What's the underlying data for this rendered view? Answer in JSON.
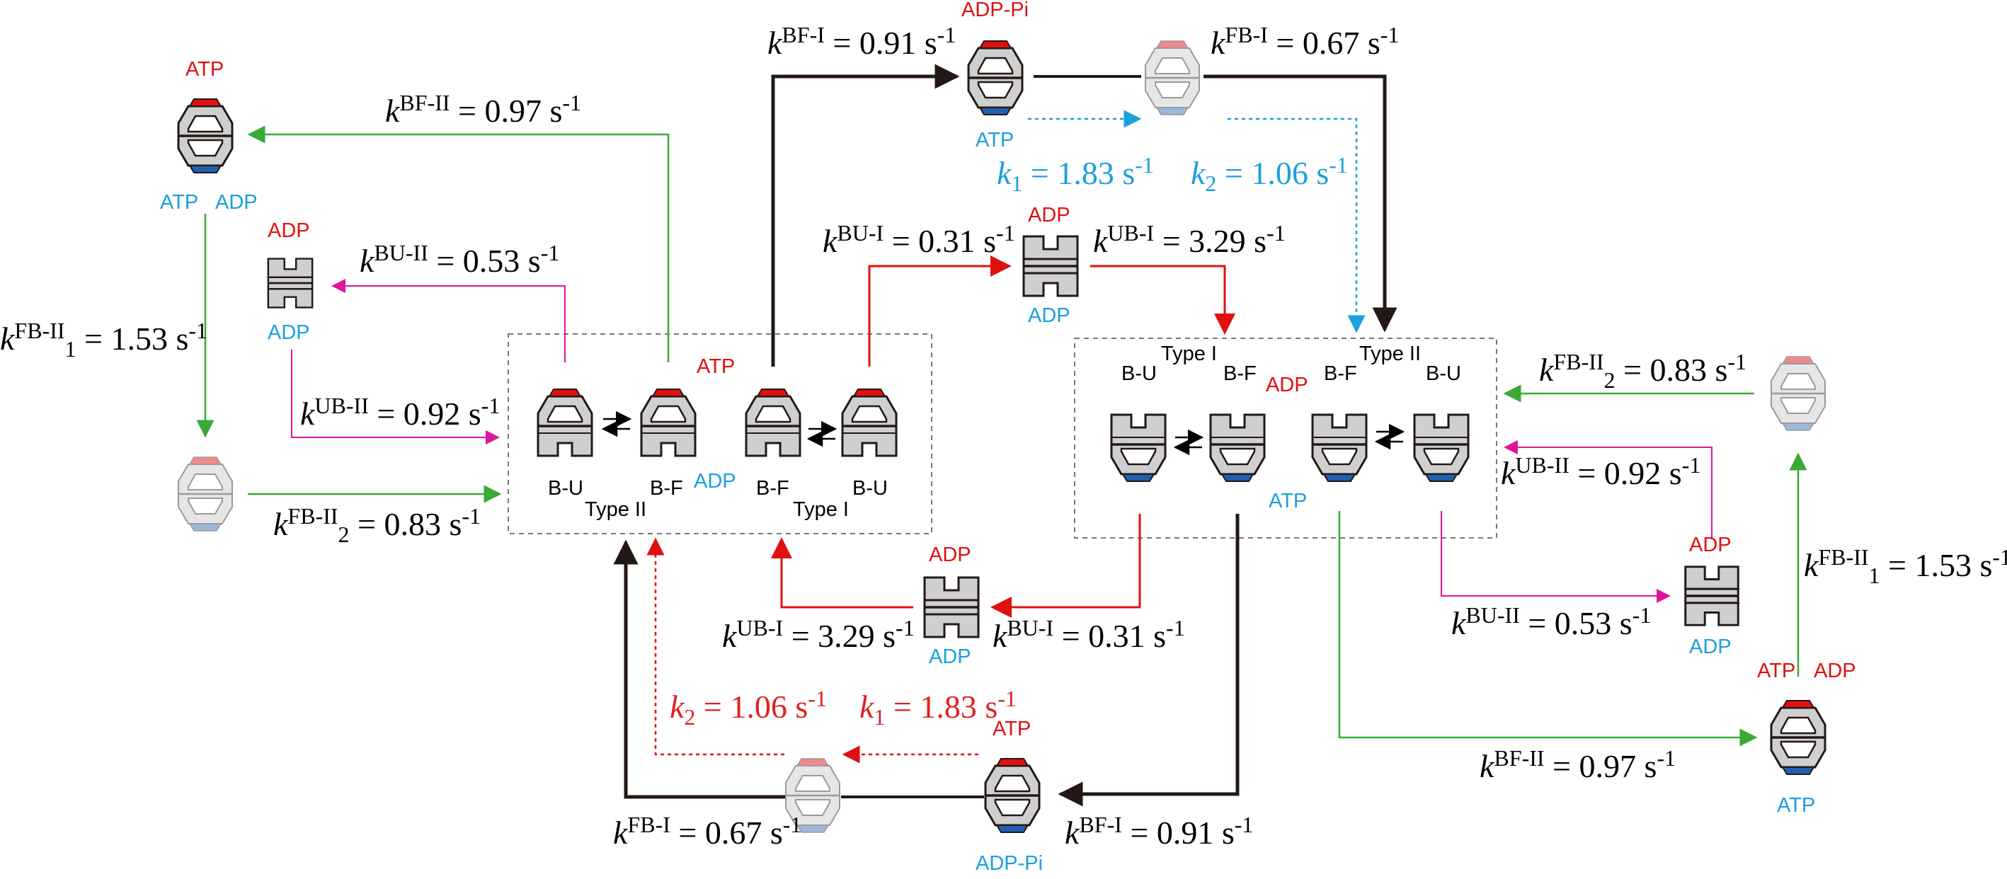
{
  "colors": {
    "atp_red": "#e01010",
    "adp_blue": "#1aa0dc",
    "green": "#3aa935",
    "magenta": "#e0149a",
    "red": "#e01010",
    "dark": "#231815",
    "cyan_dotted": "#1aa0dc",
    "box_gray": "#cfcfcf",
    "faded_gray": "#e6e6e6"
  },
  "labels": {
    "atp": "ATP",
    "adp": "ADP",
    "adp_pi": "ADP-Pi",
    "b_u": "B-U",
    "b_f": "B-F",
    "type_i": "Type I",
    "type_ii": "Type II"
  },
  "rates": {
    "bf_i_top": {
      "sym": "k",
      "sup": "BF-I",
      "sub": "",
      "val": " = 0.91 s",
      "exp": "-1"
    },
    "fb_i_top": {
      "sym": "k",
      "sup": "FB-I",
      "sub": "",
      "val": " = 0.67 s",
      "exp": "-1"
    },
    "k1_top": {
      "sym": "k",
      "sup": "",
      "sub": "1",
      "val": " = 1.83 s",
      "exp": "-1"
    },
    "k2_top": {
      "sym": "k",
      "sup": "",
      "sub": "2",
      "val": " = 1.06 s",
      "exp": "-1"
    },
    "bf_ii_left": {
      "sym": "k",
      "sup": "BF-II",
      "sub": "",
      "val": " = 0.97 s",
      "exp": "-1"
    },
    "bu_ii_left": {
      "sym": "k",
      "sup": "BU-II",
      "sub": "",
      "val": " = 0.53 s",
      "exp": "-1"
    },
    "fb_ii1_left": {
      "sym": "k",
      "sup": "FB-II",
      "sub": "1",
      "val": " = 1.53 s",
      "exp": "-1"
    },
    "ub_ii_left": {
      "sym": "k",
      "sup": "UB-II",
      "sub": "",
      "val": " = 0.92 s",
      "exp": "-1"
    },
    "fb_ii2_left": {
      "sym": "k",
      "sup": "FB-II",
      "sub": "2",
      "val": " = 0.83 s",
      "exp": "-1"
    },
    "bu_i_top": {
      "sym": "k",
      "sup": "BU-I",
      "sub": "",
      "val": " = 0.31 s",
      "exp": "-1"
    },
    "ub_i_top": {
      "sym": "k",
      "sup": "UB-I",
      "sub": "",
      "val": " = 3.29 s",
      "exp": "-1"
    },
    "ub_i_bottom": {
      "sym": "k",
      "sup": "UB-I",
      "sub": "",
      "val": " = 3.29 s",
      "exp": "-1"
    },
    "bu_i_bottom": {
      "sym": "k",
      "sup": "BU-I",
      "sub": "",
      "val": " = 0.31 s",
      "exp": "-1"
    },
    "k2_bottom": {
      "sym": "k",
      "sup": "",
      "sub": "2",
      "val": " = 1.06 s",
      "exp": "-1"
    },
    "k1_bottom": {
      "sym": "k",
      "sup": "",
      "sub": "1",
      "val": " = 1.83 s",
      "exp": "-1"
    },
    "fb_i_bottom": {
      "sym": "k",
      "sup": "FB-I",
      "sub": "",
      "val": " = 0.67 s",
      "exp": "-1"
    },
    "bf_i_bottom": {
      "sym": "k",
      "sup": "BF-I",
      "sub": "",
      "val": " = 0.91 s",
      "exp": "-1"
    },
    "fb_ii2_right": {
      "sym": "k",
      "sup": "FB-II",
      "sub": "2",
      "val": " = 0.83 s",
      "exp": "-1"
    },
    "ub_ii_right": {
      "sym": "k",
      "sup": "UB-II",
      "sub": "",
      "val": " = 0.92 s",
      "exp": "-1"
    },
    "fb_ii1_right": {
      "sym": "k",
      "sup": "FB-II",
      "sub": "1",
      "val": " = 1.53 s",
      "exp": "-1"
    },
    "bu_ii_right": {
      "sym": "k",
      "sup": "BU-II",
      "sub": "",
      "val": " = 0.53 s",
      "exp": "-1"
    },
    "bf_ii_right": {
      "sym": "k",
      "sup": "BF-II",
      "sub": "",
      "val": " = 0.97 s",
      "exp": "-1"
    }
  },
  "molecules": [
    {
      "id": "left-bound-both",
      "kind": "hex",
      "top": "red",
      "bottom": "blue"
    },
    {
      "id": "left-faded",
      "kind": "hex",
      "faded": true
    },
    {
      "id": "left-unbound-adp",
      "kind": "H"
    },
    {
      "id": "left-box-bu-ii",
      "kind": "hex",
      "top": "red",
      "lower": "H"
    },
    {
      "id": "left-box-bf-ii",
      "kind": "hex",
      "top": "red",
      "lower": "H"
    },
    {
      "id": "left-box-bf-i",
      "kind": "hex",
      "top": "red",
      "lower": "H"
    },
    {
      "id": "left-box-bu-i",
      "kind": "hex",
      "top": "red",
      "lower": "H"
    },
    {
      "id": "top-adp-pi",
      "kind": "hex",
      "top": "red",
      "bottom": "blue"
    },
    {
      "id": "top-faded",
      "kind": "hex",
      "faded": true
    },
    {
      "id": "top-middle-H",
      "kind": "H"
    },
    {
      "id": "right-box-bu-i",
      "kind": "hex",
      "bottom": "blue",
      "upper": "H"
    },
    {
      "id": "right-box-bf-i",
      "kind": "hex",
      "bottom": "blue",
      "upper": "H"
    },
    {
      "id": "right-box-bf-ii",
      "kind": "hex",
      "bottom": "blue",
      "upper": "H"
    },
    {
      "id": "right-box-bu-ii",
      "kind": "hex",
      "bottom": "blue",
      "upper": "H"
    },
    {
      "id": "right-faded",
      "kind": "hex",
      "faded": true
    },
    {
      "id": "right-unbound-adp",
      "kind": "H"
    },
    {
      "id": "right-bound-both",
      "kind": "hex",
      "top": "red",
      "bottom": "blue"
    },
    {
      "id": "bottom-middle-H",
      "kind": "H"
    },
    {
      "id": "bottom-faded",
      "kind": "hex",
      "faded": true
    },
    {
      "id": "bottom-adp-pi",
      "kind": "hex",
      "top": "red",
      "bottom": "blue"
    }
  ]
}
